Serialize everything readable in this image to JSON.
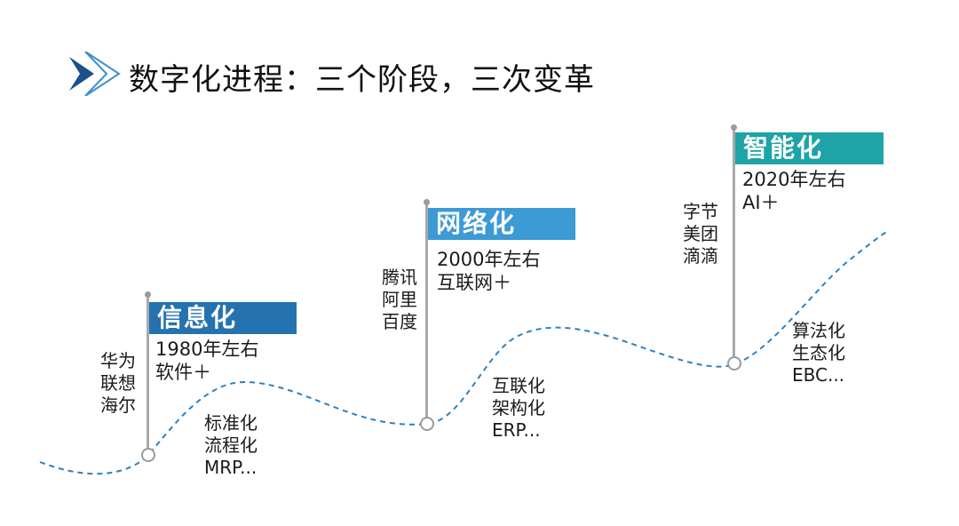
{
  "title": "数字化进程：三个阶段，三次变革",
  "colors": {
    "stage1_flag": "#2472b0",
    "stage2_flag": "#3c9ad5",
    "stage3_flag": "#1ea3a6",
    "curve": "#2f7fc0",
    "chevron_dark": "#1c4f8c",
    "chevron_light": "#3a8fd0"
  },
  "icons": {
    "title_marker": "chevron-right-icon"
  },
  "stages": [
    {
      "name": "信息化",
      "period": "1980年左右",
      "theme": "软件＋",
      "companies": [
        "华为",
        "联想",
        "海尔"
      ],
      "features": [
        "标准化",
        "流程化",
        "MRP..."
      ]
    },
    {
      "name": "网络化",
      "period": "2000年左右",
      "theme": "互联网＋",
      "companies": [
        "腾讯",
        "阿里",
        "百度"
      ],
      "features": [
        "互联化",
        "架构化",
        "ERP..."
      ]
    },
    {
      "name": "智能化",
      "period": "2020年左右",
      "theme": "AI＋",
      "companies": [
        "字节",
        "美团",
        "滴滴"
      ],
      "features": [
        "算法化",
        "生态化",
        "EBC..."
      ]
    }
  ]
}
